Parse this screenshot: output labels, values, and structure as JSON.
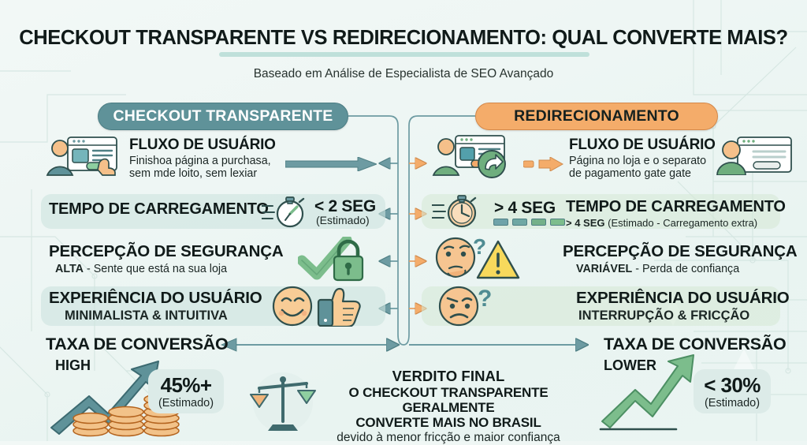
{
  "header": {
    "title": "CHECKOUT TRANSPARENTE VS REDIRECIONAMENTO: QUAL CONVERTE MAIS?",
    "subtitle": "Baseado em Análise de Especialista de SEO Avançado"
  },
  "columns": {
    "left": {
      "badge": "CHECKOUT TRANSPARENTE",
      "color": "#5f9299"
    },
    "right": {
      "badge": "REDIRECIONAMENTO",
      "color": "#f4ac6a"
    }
  },
  "rows": [
    {
      "id": "fluxo-de-usuario",
      "left": {
        "label": "FLUXO DE USUÁRIO",
        "line1": "Finishoa página a purchasa,",
        "line2": "sem mde loito, sem lexiar",
        "icon": "user-browser-tap-icon"
      },
      "right": {
        "label": "FLUXO DE USUÁRIO",
        "line1": "Página no loja e o separato",
        "line2": "de pagamento gate gate",
        "icon": "user-browser-redirect-icon"
      }
    },
    {
      "id": "tempo-de-carregamento",
      "left": {
        "label": "TEMPO DE CARREGAMENTO",
        "value": "< 2 SEG",
        "note": "(Estimado)",
        "icon": "stopwatch-fast-icon"
      },
      "right": {
        "label": "TEMPO DE CARREGAMENTO",
        "value": "> 4 SEG",
        "note_bold": "> 4 SEG",
        "note": "(Estimado - Carregamento extra)",
        "icon": "stopwatch-slow-icon"
      }
    },
    {
      "id": "percepcao-de-seguranca",
      "left": {
        "label": "PERCEPÇÃO DE SEGURANÇA",
        "status": "ALTA",
        "detail": "- Sente que está na sua loja",
        "icon": "check-lock-icon"
      },
      "right": {
        "label": "PERCEPÇÃO DE SEGURANÇA",
        "status": "VARIÁVEL",
        "detail": "- Perda de confiança",
        "icon": "thinking-warning-icon"
      }
    },
    {
      "id": "experiencia-do-usuario",
      "left": {
        "label": "EXPERIÊNCIA DO USUÁRIO",
        "detail": "MINIMALISTA & INTUITIVA",
        "icon": "smile-thumbsup-icon"
      },
      "right": {
        "label": "EXPERIÊNCIA DO USUÁRIO",
        "detail": "INTERRUPÇÃO & FRICÇÃO",
        "icon": "confused-face-icon"
      }
    }
  ],
  "conversion": {
    "left": {
      "title": "TAXA DE CONVERSÃO",
      "tag": "HIGH",
      "value": "45%+",
      "note": "(Estimado)",
      "icon": "up-arrow-coins-icon"
    },
    "right": {
      "title": "TAXA DE CONVERSÃO",
      "tag": "LOWER",
      "value": "< 30%",
      "note": "(Estimado)",
      "icon": "green-up-arrow-icon"
    }
  },
  "verdict": {
    "heading": "VERDITO FINAL",
    "line1": "O CHECKOUT TRANSPARENTE GERALMENTE",
    "line2": "CONVERTE MAIS NO BRASIL",
    "line3": "devido à menor fricção e maior confiança",
    "icon": "scales-balance-icon"
  },
  "loading_segments": [
    "#6fa3a9",
    "#6fa8a4",
    "#74b089",
    "#7cbd8c"
  ]
}
